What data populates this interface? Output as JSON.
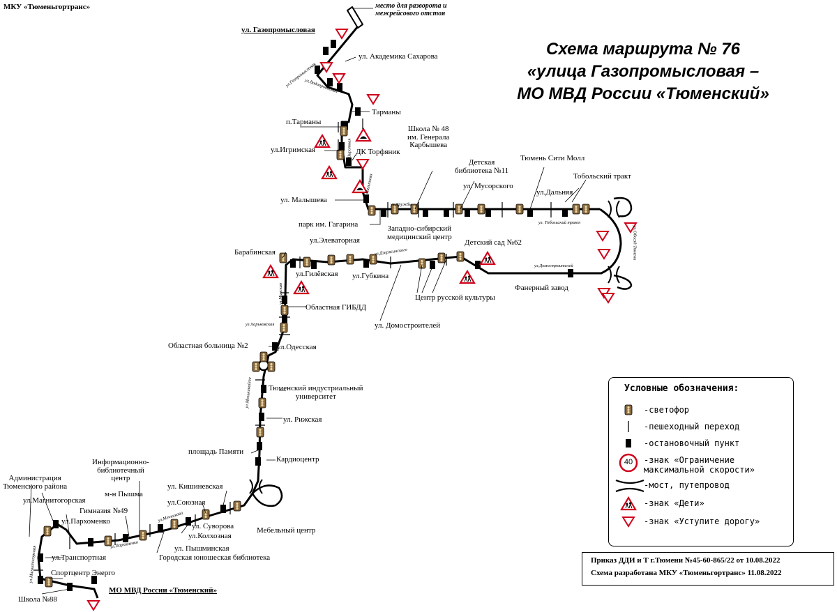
{
  "org": "МКУ «Тюменьгортранс»",
  "title": {
    "line1": "Схема маршрута № 76",
    "line2": "«улица Газопромысловая –",
    "line3": "МО МВД России «Тюменский»"
  },
  "turnaround_note": {
    "line1": "место для разворота и",
    "line2": "межрейсового отстоя"
  },
  "termini": {
    "start": "ул. Газопромысловая",
    "end": "МО МВД России «Тюменский»"
  },
  "stops": {
    "akad_sakharova": "ул. Академика Сахарова",
    "tarmany": "Тарманы",
    "p_tarmany": "п.Тарманы",
    "school48_1": "Школа № 48",
    "school48_2": "им. Генерала",
    "school48_3": "Карбышева",
    "igrimskaya": "ул.Игримская",
    "dk_torfyanik": "ДК Торфяник",
    "det_bib_1": "Детская",
    "det_bib_2": "библиотека №11",
    "city_mall": "Тюмень Сити Молл",
    "tobolsky": "Тобольский тракт",
    "musorgskogo": "ул. Мусорского",
    "dalnyaya": "ул.Дальняя",
    "malysheva": "ул. Малышева",
    "park_gagarina": "парк им. Гагарина",
    "zsmc_1": "Западно-сибирский",
    "zsmc_2": "медицинский центр",
    "elevatornaya": "ул.Элеваторная",
    "barabinskaya": "Барабинская",
    "detsad62": "Детский сад №62",
    "gilevskaya": "ул.Гилёвская",
    "gubkina": "ул.Губкина",
    "fanerny": "Фанерный завод",
    "center_rus_kult": "Центр русской культуры",
    "gibdd": "Областная ГИБДД",
    "domostroiteley": "ул. Домостроителей",
    "hospital2": "Областная больница №2",
    "odesskaya": "ул.Одесская",
    "tiu_1": "Тюменский индустриальный",
    "tiu_2": "университет",
    "rizhskaya": "ул. Рижская",
    "pl_pamyati": "площадь Памяти",
    "kardiocenter": "Кардиоцентр",
    "info_bib_1": "Информационно-",
    "info_bib_2": "библиотечный",
    "info_bib_3": "центр",
    "admin_1": "Администрация",
    "admin_2": "Тюменского района",
    "kishinevskaya": "ул. Кишиневская",
    "mn_pyshma": "м-н Пышма",
    "magnitogorskaya": "ул.Магнитогорская",
    "soyuznaya": "ул.Союзная",
    "gimnaziya49": "Гимназия №49",
    "parkhomenko": "ул.Пархоменко",
    "suvorova": "ул. Суворова",
    "kolkhoznaya": "ул.Колхозная",
    "mebel": "Мебельный центр",
    "pyshminskaya": "ул. Пышминская",
    "transportnaya": "ул.Транспортная",
    "gor_bib": "Городская юношеская библиотека",
    "energo": "Спортцентр Энерго",
    "school88": "Школа №88"
  },
  "streets": {
    "tsimlyanskaya": "ул.Газпромысловая",
    "vodoprovodnaya": "ул.Водопроводная",
    "shirotnaya": "ул.Широтная",
    "malysheva_v": "ул.Малышева",
    "druzhby": "ул.Дружбы",
    "tobolsky_trakt": "ул. Тобольский тракт",
    "staryi_tobolsky": "ул.Объезд Тюмени",
    "domostroiteley": "ул.Домостроителей",
    "dolgorukogo": "ул.Дзержинского",
    "minskaya": "ул.Минская",
    "kharkovskaya": "ул.Харьковская",
    "melnikaite": "ул.Мельникайте",
    "mechnikova": "ул.Мечникова",
    "parkhomenko_s": "ул.Пархоменко",
    "magnitogorskaya_s": "ул.Магнитогорская"
  },
  "legend": {
    "title": "Условные обозначения:",
    "items": [
      {
        "icon": "traffic-light-icon",
        "label": "-светофор"
      },
      {
        "icon": "crosswalk-icon",
        "label": "-пешеходный переход"
      },
      {
        "icon": "bus-stop-icon",
        "label": "-остановочный пункт"
      },
      {
        "icon": "speed-limit-icon",
        "label": "-знак «Ограничение",
        "label2": "максимальной скорости»",
        "value": "40"
      },
      {
        "icon": "bridge-icon",
        "label": "-мост, путепровод"
      },
      {
        "icon": "children-sign-icon",
        "label": "-знак «Дети»"
      },
      {
        "icon": "yield-sign-icon",
        "label": "-знак «Уступите дорогу»"
      }
    ]
  },
  "order_note": {
    "line1": "Приказ ДДИ и Т г.Тюмени №45-60-865/22 от 10.08.2022",
    "line2": "Схема разработана МКУ «Тюменьгортранс» 11.08.2022"
  },
  "colors": {
    "route": "#000000",
    "sign_red": "#d0021b",
    "traffic_light": "#8b6a3e"
  }
}
